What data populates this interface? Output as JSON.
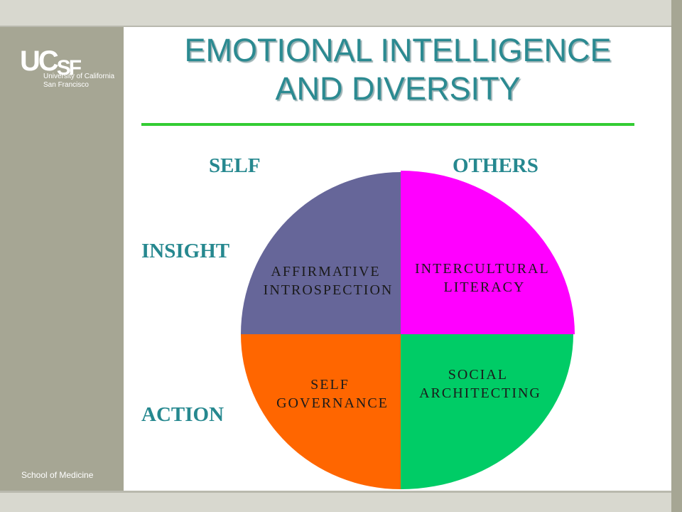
{
  "slide": {
    "title": "EMOTIONAL INTELLIGENCE AND DIVERSITY",
    "title_lines": [
      "EMOTIONAL INTELLIGENCE",
      "AND DIVERSITY"
    ],
    "footer": "School of Medicine"
  },
  "logo": {
    "mark": "UCSF",
    "line1": "University of California",
    "line2": "San Francisco"
  },
  "diagram": {
    "column_labels": [
      "SELF",
      "OTHERS"
    ],
    "row_labels": [
      "INSIGHT",
      "ACTION"
    ],
    "quadrants": [
      {
        "position": "top-left",
        "lines": [
          "AFFIRMATIVE",
          "INTROSPECTION"
        ],
        "color": "#666699"
      },
      {
        "position": "top-right",
        "lines": [
          "INTERCULTURAL",
          "LITERACY"
        ],
        "color": "#ff00ff"
      },
      {
        "position": "bottom-left",
        "lines": [
          "SELF",
          "GOVERNANCE"
        ],
        "color": "#ff6600"
      },
      {
        "position": "bottom-right",
        "lines": [
          "SOCIAL",
          "ARCHITECTING"
        ],
        "color": "#00cc66"
      }
    ]
  },
  "colors": {
    "title": "#2b8a91",
    "rule": "#33cc33",
    "panel": "#a6a694"
  }
}
